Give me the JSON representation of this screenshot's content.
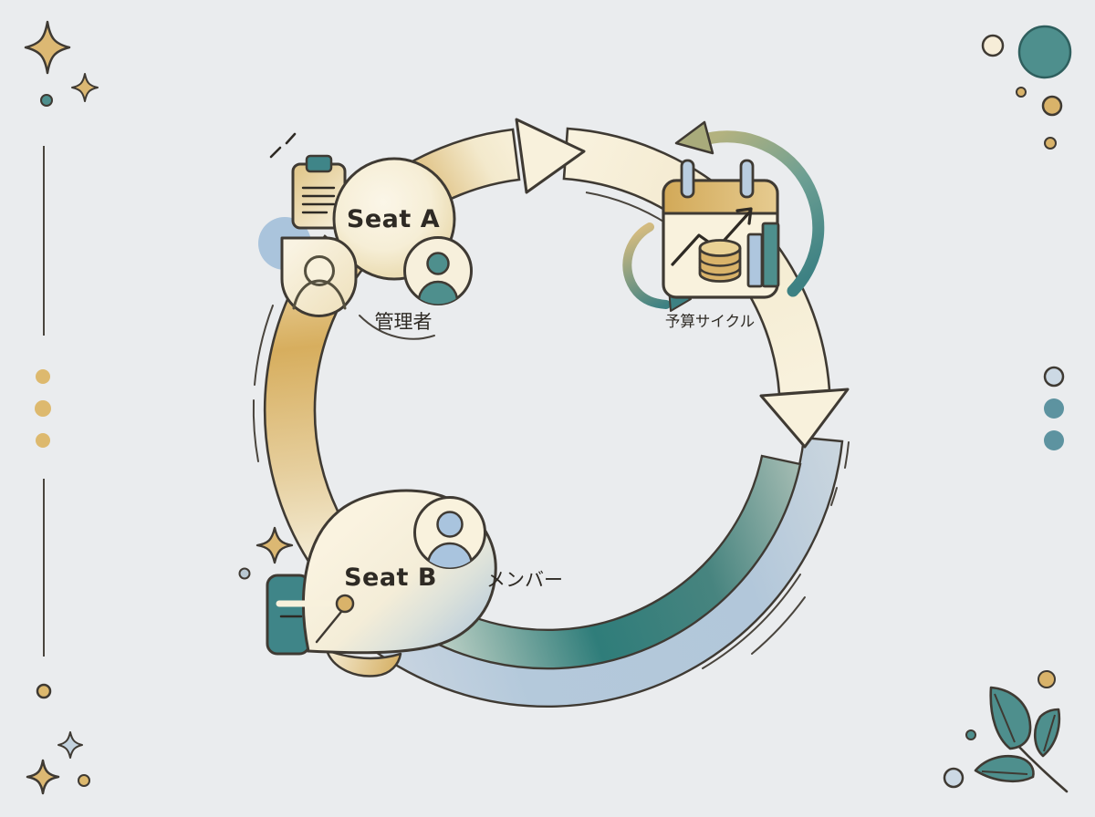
{
  "canvas": {
    "background": "#eaecee"
  },
  "diagram": {
    "seat_a": {
      "title": "Seat A",
      "subtitle": "管理者"
    },
    "budget": {
      "label": "予算サイクル"
    },
    "seat_b": {
      "title": "Seat B",
      "subtitle": "メンバー"
    },
    "colors": {
      "gold": "#d9b36a",
      "cream": "#f8f1dc",
      "teal": "#4e8f8d",
      "light_blue": "#aec6de",
      "outline": "#3f3a33",
      "background": "#eaecee"
    },
    "icons": {
      "clipboard": "clipboard-icon",
      "admin_person": "person-teardrop-icon",
      "admin_badge": "person-badge-icon",
      "calendar": "calendar-icon",
      "trend_arrow": "trend-up-arrow-icon",
      "coins": "coin-stack-icon",
      "bar_chart": "bar-chart-icon",
      "refresh_large": "refresh-cycle-arrow-icon",
      "refresh_small": "refresh-small-arrow-icon",
      "member_avatar": "person-avatar-icon",
      "toggle_card": "slider-card-icon",
      "sparkle": "sparkle-icon",
      "leaf": "leaf-branch-icon"
    }
  }
}
